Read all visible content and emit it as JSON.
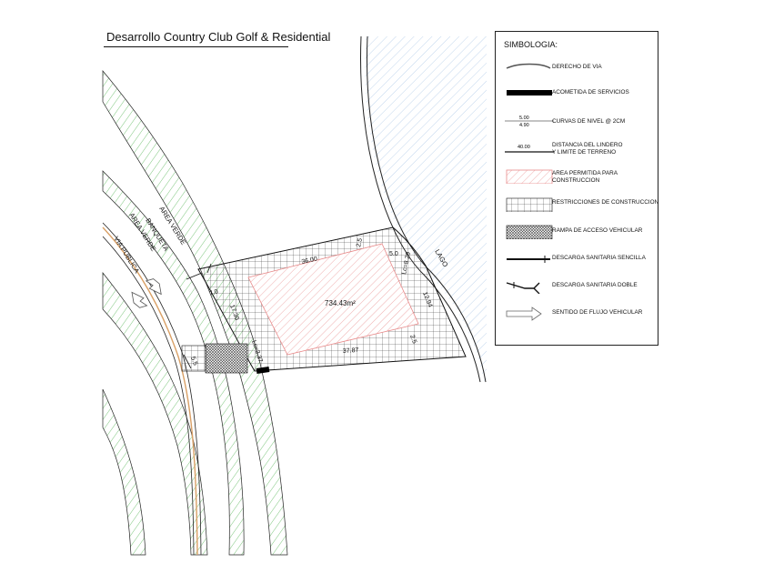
{
  "title": "Desarrollo Country Club Golf & Residential",
  "colors": {
    "green_area": "#5cb85c",
    "pink_hatch": "#e88a8a",
    "blue_hatch": "#a8c4e6",
    "line": "#111111",
    "accent_black": "#000000"
  },
  "plan": {
    "labels": {
      "area_verde_top": "AREA VERDE",
      "banqueta": "BANQUETA",
      "area_verde_bottom": "AREA VERDE",
      "via_publica": "VIA PUBLICA",
      "lago": "LAGO",
      "area": "734.43m²"
    },
    "dimensions": {
      "top": "36.00",
      "top_setback": "2.5",
      "top_right_setback": "5.0",
      "right_curve": "Lc=8.29",
      "right": "12.94",
      "bottom_right_setback": "2.5",
      "bottom": "37.87",
      "left_setback": "7.0",
      "left": "17.30",
      "left_curve": "Lc=3.37",
      "ramp": "5.5"
    }
  },
  "legend": {
    "title": "SIMBOLOGIA:",
    "items": [
      {
        "icon": "right-of-way-icon",
        "label": "DERECHO DE VIA"
      },
      {
        "icon": "service-connection-icon",
        "label": "ACOMETIDA DE SERVICIOS"
      },
      {
        "icon": "contour-lines-icon",
        "label": "CURVAS DE NIVEL @ 2CM",
        "sym_top": "5.00",
        "sym_bottom": "4.90"
      },
      {
        "icon": "boundary-distance-icon",
        "label": "DISTANCIA DEL LINDERO\nY LIMITE DE TERRENO",
        "sym_top": "40.00"
      },
      {
        "icon": "permitted-area-icon",
        "label": "AREA PERMITIDA PARA\nCONSTRUCCION"
      },
      {
        "icon": "grid-restriction-icon",
        "label": "RESTRICCIONES DE CONSTRUCCION"
      },
      {
        "icon": "vehicle-ramp-icon",
        "label": "RAMPA DE ACCESO VEHICULAR"
      },
      {
        "icon": "single-sewer-icon",
        "label": "DESCARGA SANITARIA SENCILLA"
      },
      {
        "icon": "double-sewer-icon",
        "label": "DESCARGA SANITARIA DOBLE"
      },
      {
        "icon": "traffic-flow-arrow-icon",
        "label": "SENTIDO DE FLUJO VEHICULAR"
      }
    ]
  }
}
